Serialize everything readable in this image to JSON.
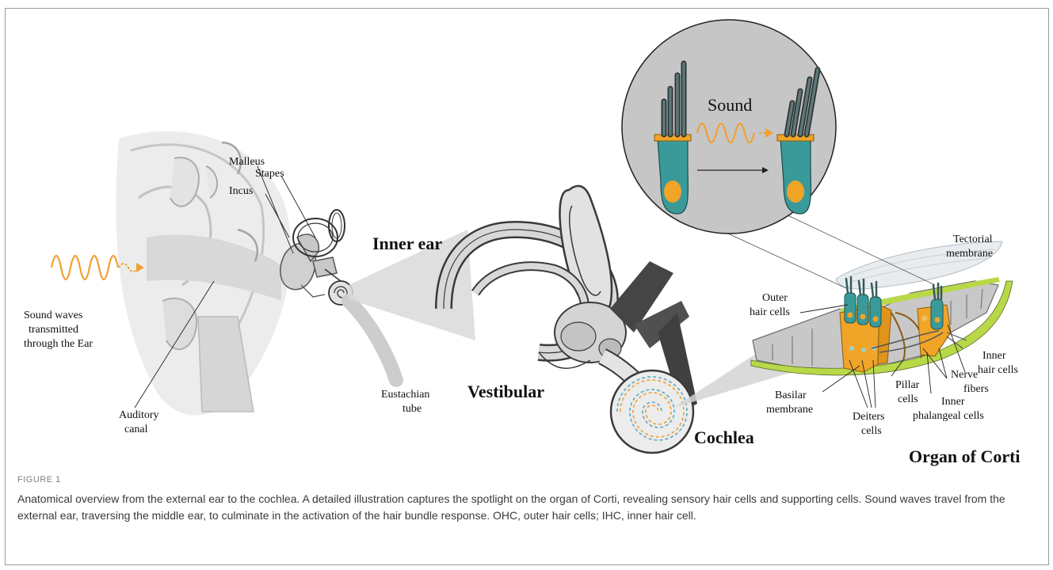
{
  "figure": {
    "tag": "FIGURE 1",
    "caption": "Anatomical overview from the external ear to the cochlea. A detailed illustration captures the spotlight on the organ of Corti, revealing sensory hair cells and supporting cells. Sound waves travel from the external ear, traversing the middle ear, to culminate in the activation of the hair bundle response. OHC, outer hair cells; IHC, inner hair cell."
  },
  "labels": {
    "sound_waves": [
      "Sound waves",
      "transmitted",
      "through the Ear"
    ],
    "auditory_canal": [
      "Auditory",
      "canal"
    ],
    "malleus": "Malleus",
    "stapes": "Stapes",
    "incus": "Incus",
    "inner_ear": "Inner ear",
    "eustachian_tube": [
      "Eustachian",
      "tube"
    ],
    "vestibular": "Vestibular",
    "cochlea": "Cochlea",
    "sound": "Sound",
    "tectorial_membrane": [
      "Tectorial",
      "membrane"
    ],
    "outer_hair_cells": [
      "Outer",
      "hair cells"
    ],
    "basilar_membrane": [
      "Basilar",
      "membrane"
    ],
    "deiters_cells": [
      "Deiters",
      "cells"
    ],
    "pillar_cells": [
      "Pillar",
      "cells"
    ],
    "inner_phalangeal_cells": [
      "Inner",
      "phalangeal cells"
    ],
    "nerve_fibers": [
      "Nerve",
      "fibers"
    ],
    "inner_hair_cells": [
      "Inner",
      "hair cells"
    ],
    "organ_of_corti": "Organ of Corti"
  },
  "colors": {
    "sound_wave": "#f0a030",
    "hair_cell": "#3a9a9a",
    "supporting_cell": "#f0a428",
    "membrane_green": "#b8d848",
    "tissue_gray": "#c8c8c8"
  }
}
